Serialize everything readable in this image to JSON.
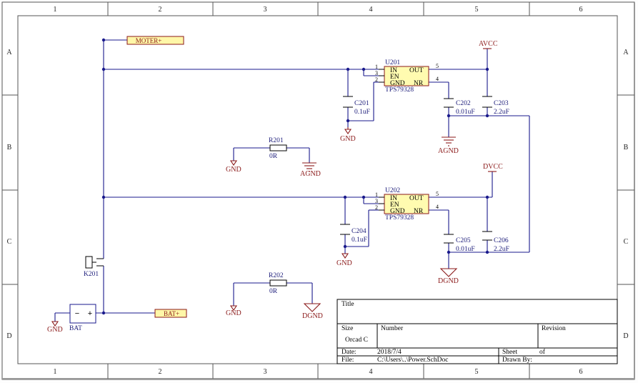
{
  "zones": {
    "columns": [
      "1",
      "2",
      "3",
      "4",
      "5",
      "6"
    ],
    "rows": [
      "A",
      "B",
      "C",
      "D"
    ]
  },
  "ports": {
    "moter": "MOTER+",
    "bat": "BAT+"
  },
  "power": {
    "avcc": "AVCC",
    "dvcc": "DVCC",
    "agnd_c202": "AGND",
    "agnd_r201": "AGND",
    "dgnd_c205": "DGND",
    "dgnd_r202": "DGND",
    "gnd_c201": "GND",
    "gnd_r201": "GND",
    "gnd_c204": "GND",
    "gnd_r202": "GND",
    "gnd_bat": "GND"
  },
  "components": {
    "u201": {
      "designator": "U201",
      "part": "TPS79328",
      "pin_in": "IN",
      "pin_en": "EN",
      "pin_gnd": "GND",
      "pin_out": "OUT",
      "pin_nr": "NR",
      "n_in": "1",
      "n_en": "3",
      "n_gnd": "2",
      "n_out": "5",
      "n_nr": "4"
    },
    "u202": {
      "designator": "U202",
      "part": "TPS79328",
      "pin_in": "IN",
      "pin_en": "EN",
      "pin_gnd": "GND",
      "pin_out": "OUT",
      "pin_nr": "NR",
      "n_in": "1",
      "n_en": "3",
      "n_gnd": "2",
      "n_out": "5",
      "n_nr": "4"
    },
    "c201": {
      "designator": "C201",
      "value": "0.1uF"
    },
    "c202": {
      "designator": "C202",
      "value": "0.01uF"
    },
    "c203": {
      "designator": "C203",
      "value": "2.2uF"
    },
    "c204": {
      "designator": "C204",
      "value": "0.1uF"
    },
    "c205": {
      "designator": "C205",
      "value": "0.01uF"
    },
    "c206": {
      "designator": "C206",
      "value": "2.2uF"
    },
    "r201": {
      "designator": "R201",
      "value": "0R"
    },
    "r202": {
      "designator": "R202",
      "value": "0R"
    },
    "k201": {
      "designator": "K201"
    },
    "bat": {
      "designator": "BAT",
      "minus": "−",
      "plus": "+"
    }
  },
  "title_block": {
    "title_label": "Title",
    "size_label": "Size",
    "size_value": "Orcad C",
    "number_label": "Number",
    "revision_label": "Revision",
    "date_label": "Date:",
    "date_value": "2018/7/4",
    "file_label": "File:",
    "file_value": "C:\\Users\\..\\Power.SchDoc",
    "sheet_label": "Sheet",
    "of_label": "of",
    "drawn_label": "Drawn By:"
  },
  "colors": {
    "wire": "#1a1a8c",
    "power": "#8b1a1a",
    "port_fill": "#fff7a8",
    "ic_fill": "#fffbb0",
    "junction": "#1a1a8c"
  }
}
